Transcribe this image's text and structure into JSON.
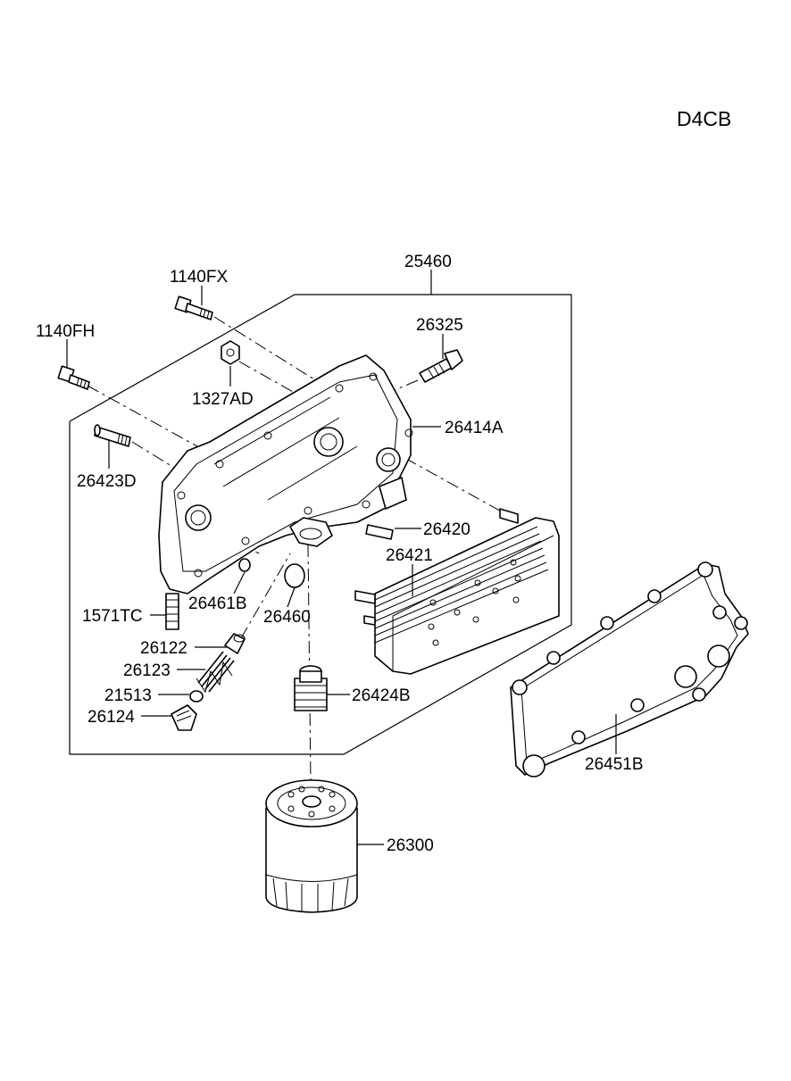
{
  "engine_code": "D4CB",
  "labels": {
    "p25460": "25460",
    "p1140FX": "1140FX",
    "p1140FH": "1140FH",
    "p26325": "26325",
    "p1327AD": "1327AD",
    "p26414A": "26414A",
    "p26423D": "26423D",
    "p26420": "26420",
    "p26421": "26421",
    "p26461B": "26461B",
    "p26460": "26460",
    "p1571TC": "1571TC",
    "p26122": "26122",
    "p26123": "26123",
    "p21513": "21513",
    "p26124": "26124",
    "p26424B": "26424B",
    "p26451B": "26451B",
    "p26300": "26300"
  }
}
